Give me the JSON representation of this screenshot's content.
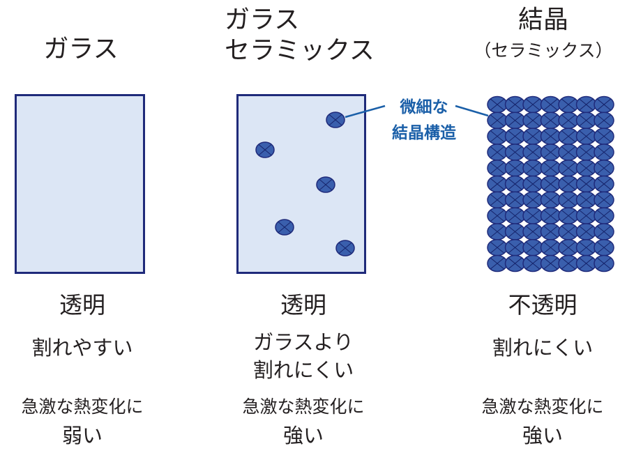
{
  "columns": [
    {
      "title_lines": [
        "ガラス"
      ],
      "transparency": "透明",
      "breakage_lines": [
        "割れやすい"
      ],
      "heat_lines": [
        "急激な熱変化に",
        "弱い"
      ]
    },
    {
      "title_lines": [
        "ガラス",
        "セラミックス"
      ],
      "transparency": "透明",
      "breakage_lines": [
        "ガラスより",
        "割れにくい"
      ],
      "heat_lines": [
        "急激な熱変化に",
        "強い"
      ]
    },
    {
      "title_lines": [
        "結晶"
      ],
      "title_sub": "（セラミックス）",
      "transparency": "不透明",
      "breakage_lines": [
        "割れにくい"
      ],
      "heat_lines": [
        "急激な熱変化に",
        "強い"
      ]
    }
  ],
  "callout": {
    "lines": [
      "微細な",
      "結晶構造"
    ]
  },
  "colors": {
    "panel_fill": "#dce6f5",
    "panel_border": "#1f2a7a",
    "crystal_fill": "#3a5fad",
    "crystal_stroke": "#1f2a7a",
    "callout_text": "#1a5fa8"
  },
  "crystal_grid": {
    "rows": 11,
    "cols": 7
  }
}
